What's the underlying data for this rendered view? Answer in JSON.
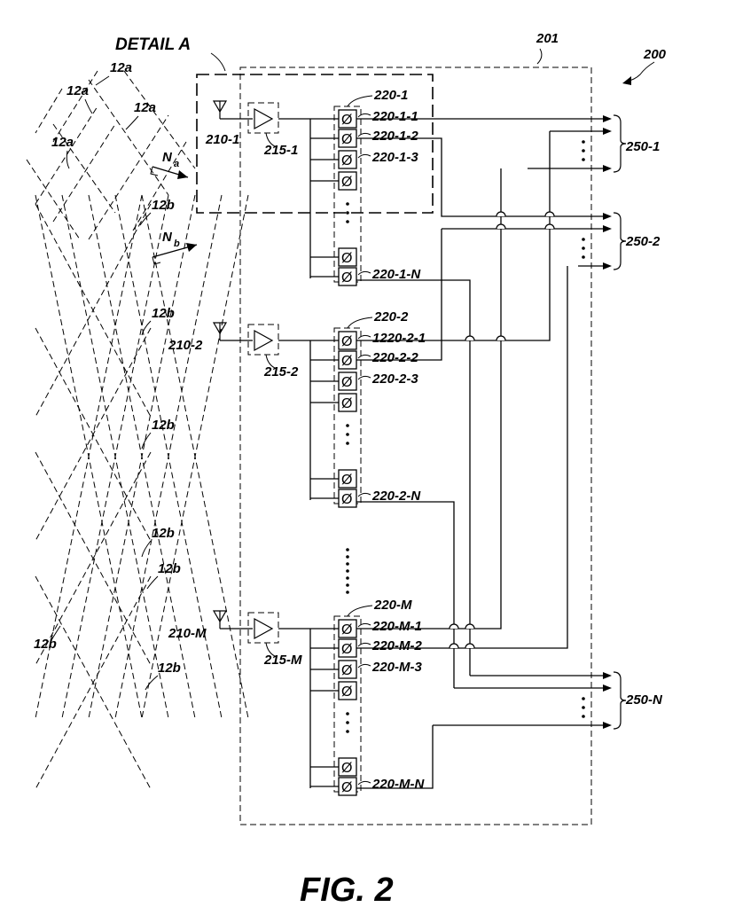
{
  "figure": {
    "caption": "FIG. 2",
    "detail_label": "DETAIL A",
    "system_label": "200",
    "panel_label": "201"
  },
  "layers": {
    "a": [
      "12a",
      "12a",
      "12a",
      "12a"
    ],
    "b": [
      "12b",
      "12b",
      "12b",
      "12b",
      "12b",
      "12b",
      "12b"
    ],
    "normals": {
      "a": {
        "main": "N",
        "sub": "a"
      },
      "b": {
        "main": "N",
        "sub": "b"
      }
    }
  },
  "channels": [
    {
      "antenna": "210-1",
      "amplifier": "215-1",
      "shifter_group": "220-1",
      "shifters": [
        "220-1-1",
        "220-1-2",
        "220-1-3",
        "220-1-N"
      ]
    },
    {
      "antenna": "210-2",
      "amplifier": "215-2",
      "shifter_group": "220-2",
      "shifters": [
        "1220-2-1",
        "220-2-2",
        "220-2-3",
        "220-2-N"
      ]
    },
    {
      "antenna": "210-M",
      "amplifier": "215-M",
      "shifter_group": "220-M",
      "shifters": [
        "220-M-1",
        "220-M-2",
        "220-M-3",
        "220-M-N"
      ]
    }
  ],
  "outputs": [
    "250-1",
    "250-2",
    "250-N"
  ],
  "phase_symbol": "Ø"
}
